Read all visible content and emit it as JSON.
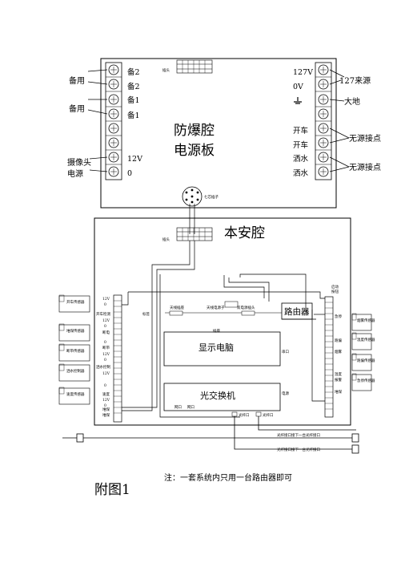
{
  "upper_box": {
    "title_line1": "防爆腔",
    "title_line2": "电源板",
    "top_connector_label": "插头",
    "left_outer_labels": [
      "备用",
      "备用",
      "摄像头",
      "电源"
    ],
    "left_inner_labels": [
      "备2",
      "备2",
      "备1",
      "备1",
      "12V",
      "0"
    ],
    "right_inner_labels": [
      "127V",
      "0V",
      "开车",
      "开车",
      "洒水",
      "洒水"
    ],
    "right_outer_labels": [
      "127来源",
      "大地",
      "无源接点",
      "无源接点"
    ],
    "bottom_connector_label": "七芯插子"
  },
  "lower_box": {
    "title": "本安腔",
    "top_connector_label": "插头",
    "router_label": "路由器",
    "display_label": "显示电脑",
    "switch_label": "光交换机",
    "small_labels": [
      "标签",
      "天线插座",
      "天线电源子",
      "双电源插头",
      "插座",
      "网口",
      "网口",
      "光纤口",
      "光纤口",
      "电源",
      "串口"
    ],
    "left_terminal_labels": [
      "12V",
      "0",
      "开车检测",
      "12V",
      "0",
      "断电",
      "0",
      "断带",
      "12V",
      "0",
      "洒水控制",
      "12V",
      "0",
      "速度",
      "12V",
      "0",
      "堆煤",
      "堆煤"
    ],
    "right_terminal_labels": [
      "启动",
      "按钮",
      "急停",
      "跑偏",
      "烟雾",
      "温度",
      "报警",
      "堆煤"
    ],
    "left_sensors": [
      "开车传感器",
      "堆煤传感器",
      "断带传感器",
      "洒水控制器",
      "速度传感器"
    ],
    "right_sensors": [
      "烟雾传感器",
      "温度传感器",
      "跑偏传感器",
      "急停传感器"
    ],
    "fiber_line_1": "光纤接口接下一台光纤接口",
    "fiber_line_2": "光纤接口接下一台光纤接口"
  },
  "footer": {
    "figure_label": "附图1",
    "note": "注：一套系统内只用一台路由器即可"
  }
}
